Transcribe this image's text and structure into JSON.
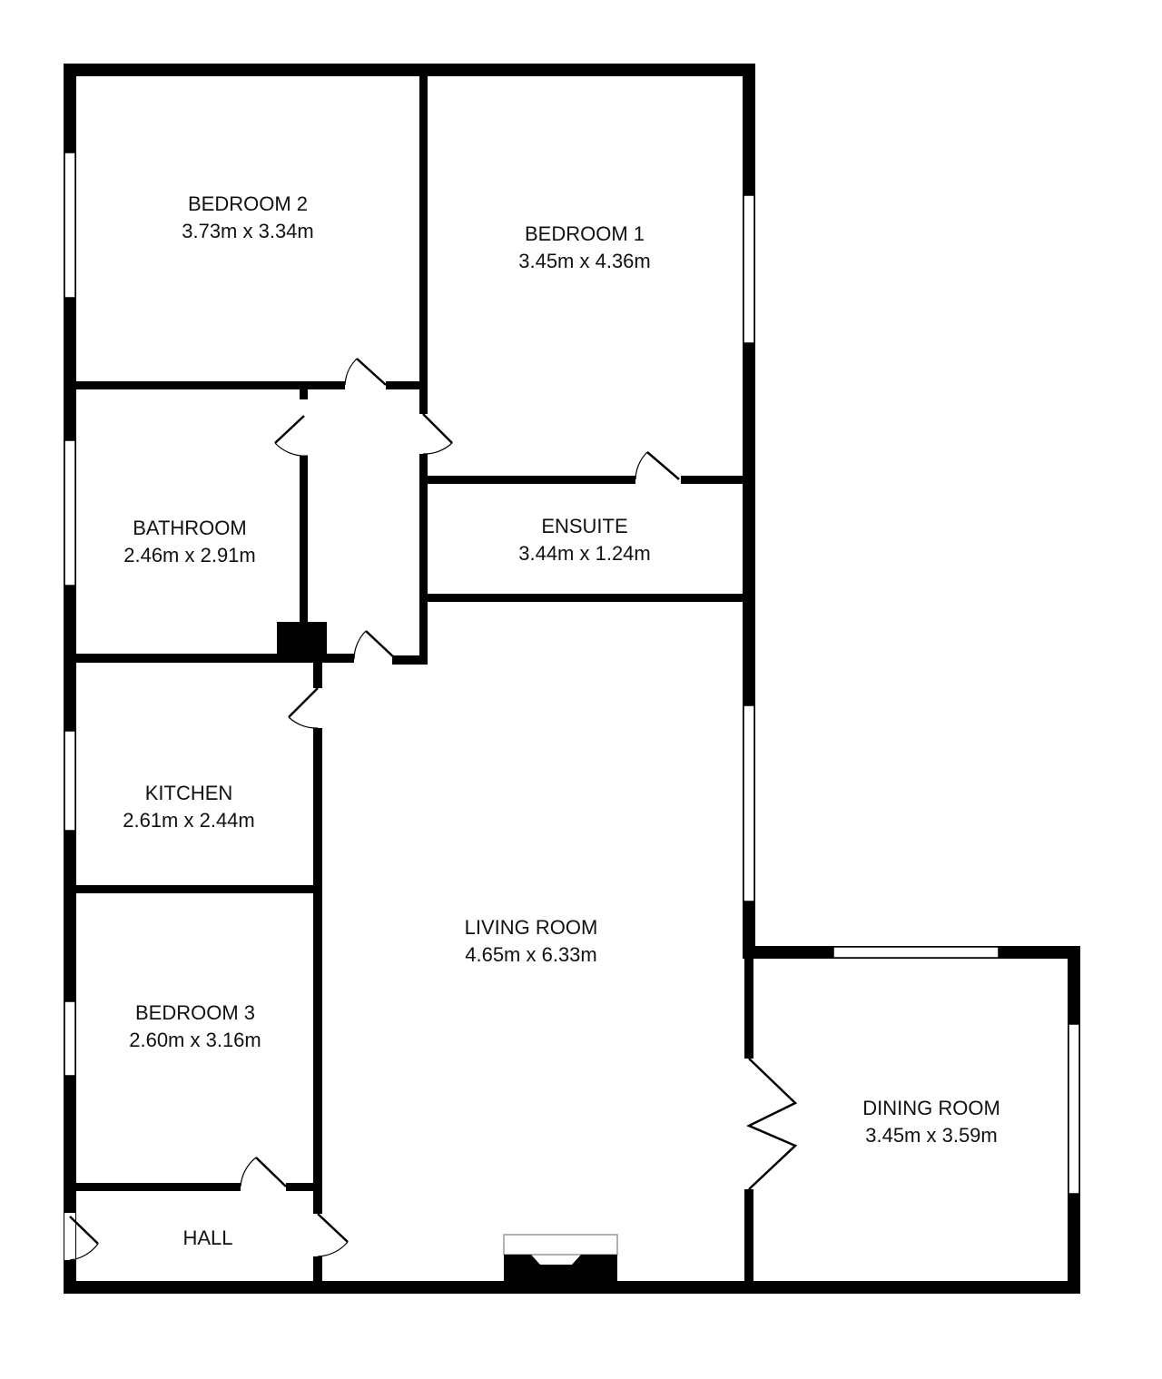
{
  "rooms": [
    {
      "name": "BEDROOM 2",
      "size": "3.73m x 3.34m"
    },
    {
      "name": "BEDROOM 1",
      "size": "3.45m x 4.36m"
    },
    {
      "name": "BATHROOM",
      "size": "2.46m x 2.91m"
    },
    {
      "name": "ENSUITE",
      "size": "3.44m x 1.24m"
    },
    {
      "name": "KITCHEN",
      "size": "2.61m x 2.44m"
    },
    {
      "name": "LIVING ROOM",
      "size": "4.65m x 6.33m"
    },
    {
      "name": "BEDROOM 3",
      "size": "2.60m x 3.16m"
    },
    {
      "name": "DINING ROOM",
      "size": "3.45m x 3.59m"
    },
    {
      "name": "HALL"
    }
  ]
}
